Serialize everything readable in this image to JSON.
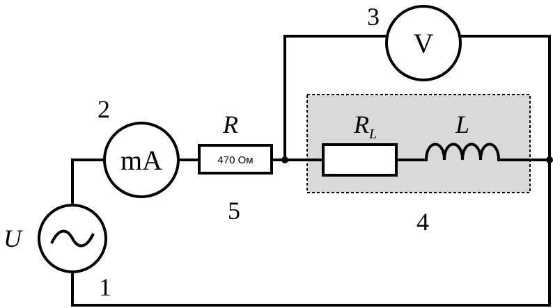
{
  "diagram": {
    "source_label": "U",
    "milliammeter_label": "mA",
    "voltmeter_label": "V",
    "resistor_label": "R",
    "resistor_value": "470 Ом",
    "load_resistor_label": "R",
    "load_resistor_subscript": "L",
    "inductor_label": "L",
    "numbers": {
      "source": "1",
      "milliammeter": "2",
      "voltmeter": "3",
      "load": "4",
      "resistor": "5"
    },
    "colors": {
      "wire": "#000000",
      "load_box_fill": "#d9d9d9"
    }
  }
}
